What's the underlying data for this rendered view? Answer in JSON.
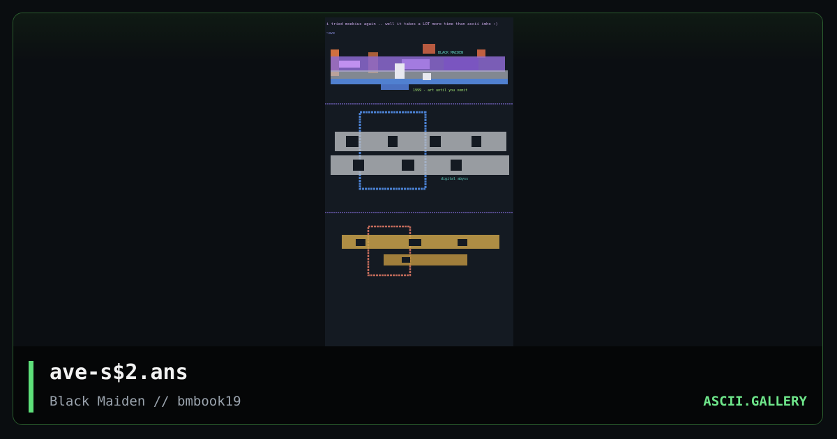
{
  "artwork": {
    "header_text": "i tried moebius again .. well it takes a LOT more time than ascii imho :)",
    "sig_text": "~ave",
    "group_label": "BLACK MAIDEN",
    "tagline": "1999 - art until you vomit",
    "section_label": "digital abyss",
    "icon": "ansi-art-icon"
  },
  "footer": {
    "title": "ave-s$2.ans",
    "subtitle": "Black Maiden // bmbook19",
    "brand": "ASCII.GALLERY"
  },
  "colors": {
    "accent": "#5ee07a",
    "frame_border": "#2b5d2e",
    "art_bg": "#141a22"
  }
}
